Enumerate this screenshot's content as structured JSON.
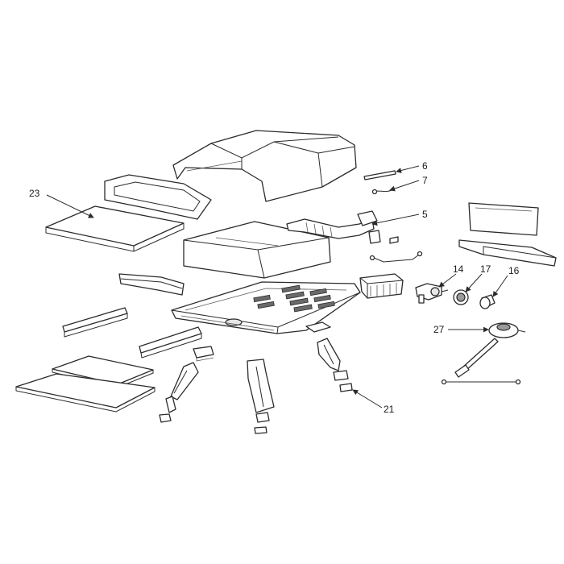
{
  "diagram": {
    "callouts": [
      {
        "id": "c6",
        "label": "6"
      },
      {
        "id": "c7",
        "label": "7"
      },
      {
        "id": "c5",
        "label": "5"
      },
      {
        "id": "c23",
        "label": "23"
      },
      {
        "id": "c14",
        "label": "14"
      },
      {
        "id": "c17",
        "label": "17"
      },
      {
        "id": "c16",
        "label": "16"
      },
      {
        "id": "c27",
        "label": "27"
      },
      {
        "id": "c21",
        "label": "21"
      }
    ]
  }
}
